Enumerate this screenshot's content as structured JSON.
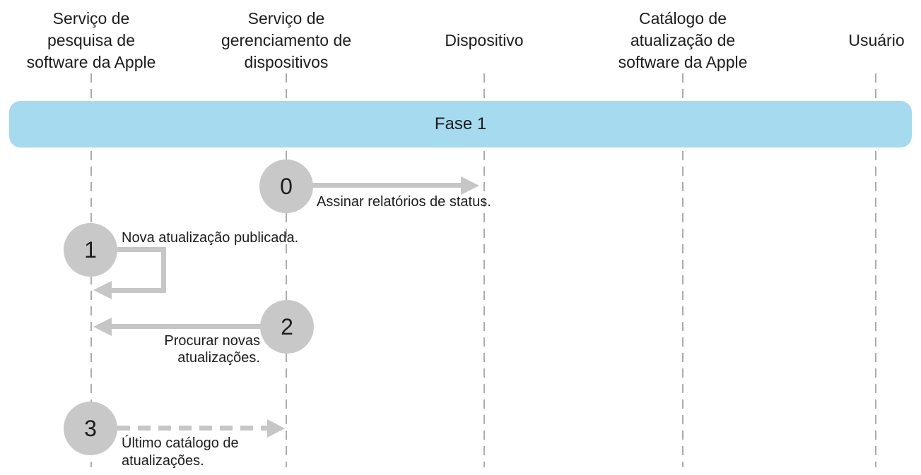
{
  "diagram": {
    "type": "sequence-diagram",
    "phase": {
      "label": "Fase 1"
    },
    "actors": [
      {
        "id": "apple-software-lookup-service",
        "name": "Serviço de\npesquisa de\nsoftware da Apple"
      },
      {
        "id": "mdm-service",
        "name": "Serviço de\ngerenciamento de\ndispositivos"
      },
      {
        "id": "device",
        "name": "Dispositivo"
      },
      {
        "id": "apple-software-update-catalog",
        "name": "Catálogo de\natualização de\nsoftware da Apple"
      },
      {
        "id": "user",
        "name": "Usuário"
      }
    ],
    "steps": [
      {
        "number": "0",
        "label": "Assinar relatórios de status.",
        "from": "mdm-service",
        "to": "device",
        "line_style": "solid",
        "direction": "right"
      },
      {
        "number": "1",
        "label": "Nova atualização publicada.",
        "from": "apple-software-lookup-service",
        "to": "apple-software-lookup-service",
        "line_style": "self-loop",
        "direction": "self"
      },
      {
        "number": "2",
        "label": "Procurar novas\natualizações.",
        "from": "mdm-service",
        "to": "apple-software-lookup-service",
        "line_style": "solid",
        "direction": "left"
      },
      {
        "number": "3",
        "label": "Último catálogo de\natualizações.",
        "from": "apple-software-lookup-service",
        "to": "mdm-service",
        "line_style": "dashed",
        "direction": "right"
      }
    ]
  },
  "colors": {
    "banner_bg": "#A6DAEF",
    "circle_fill": "#C8C8C8",
    "arrow": "#C6C6C6",
    "lifeline": "#ADADAD",
    "text": "#1D1D1F",
    "background": "#FFFFFF"
  }
}
